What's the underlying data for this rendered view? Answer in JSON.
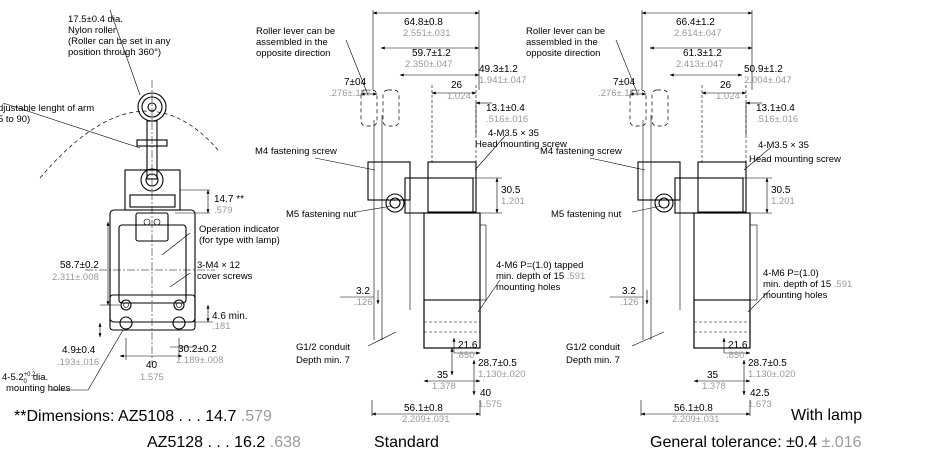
{
  "front": {
    "roller": [
      "17.5±0.4 dia.",
      "Nylon roller",
      "(Roller can be set in any",
      "position through 360°)"
    ],
    "arm": [
      "djustable lenght of arm",
      "5 to 90)"
    ],
    "d14_7": "14.7",
    "d14_7_star": "**",
    "d14_7_in": ".579",
    "indicator": [
      "Operation indicator",
      "(for type with lamp)"
    ],
    "cover": [
      "3-M4 × 12",
      "cover screws"
    ],
    "d58_7": "58.7±0.2",
    "d58_7_in": "2.311±.008",
    "d4_6": "4.6 min.",
    "d4_6_in": ".181",
    "d4_9": "4.9±0.4",
    "d4_9_in": ".193±.016",
    "d30_2": "30.2±0.2",
    "d30_2_in": "1.189±.008",
    "d40": "40",
    "d40_in": "1.575",
    "holes_a": "4-5.2",
    "holes_sup": "+0.2",
    "holes_sub": "0",
    "holes_b": "dia.",
    "holes_c": "mounting holes"
  },
  "standard": {
    "lever": [
      "Roller lever can be",
      "assembled in the",
      "opposite direction"
    ],
    "d64_8": "64.8±0.8",
    "d64_8_in": "2.551±.031",
    "d59_7": "59.7±1.2",
    "d59_7_in": "2.350±.047",
    "d49_3": "49.3±1.2",
    "d49_3_in": "1.941±.047",
    "d7": "7±04",
    "d7_in": ".276±.157",
    "d26": "26",
    "d26_in": "1.024",
    "d13_1": "13.1±0.4",
    "d13_1_in": ".516±.016",
    "m35": "4-M3.5 × 35",
    "head": "Head mounting screw",
    "m4": "M4 fastening screw",
    "d30_5": "30.5",
    "d30_5_in": "1.201",
    "m5": "M5 fastening nut",
    "m6": [
      "4-M6 P=(1.0) tapped",
      "min. depth of 15",
      "mounting holes"
    ],
    "m6_in": ".591",
    "d3_2": "3.2",
    "d3_2_in": ".126",
    "g12": [
      "G1/2 conduit",
      "Depth min. 7"
    ],
    "d21_6": "21.6",
    "d21_6_in": ".850",
    "d28_7": "28.7±0.5",
    "d28_7_in": "1.130±.020",
    "d35": "35",
    "d35_in": "1.378",
    "d40": "40",
    "d40_in": "1.575",
    "d56_1": "56.1±0.8",
    "d56_1_in": "2.209±.031"
  },
  "lamp": {
    "lever": [
      "Roller lever can be",
      "assembled in the",
      "opposite direction"
    ],
    "d66_4": "66.4±1.2",
    "d66_4_in": "2.614±.047",
    "d61_3": "61.3±1.2",
    "d61_3_in": "2.413±.047",
    "d50_9": "50.9±1.2",
    "d50_9_in": "2.004±.047",
    "d7": "7±04",
    "d7_in": ".276±.157",
    "d26": "26",
    "d26_in": "1.024",
    "d13_1": "13.1±0.4",
    "d13_1_in": ".516±.016",
    "m4": "M4 fastening screw",
    "m35": "4-M3.5 × 35",
    "head": "Head mounting screw",
    "d30_5": "30.5",
    "d30_5_in": "1.201",
    "m5": "M5 fastening nut",
    "m6": [
      "4-M6 P=(1.0)",
      "min. depth of 15",
      "mounting holes"
    ],
    "m6_in": ".591",
    "d3_2": "3.2",
    "d3_2_in": ".126",
    "g12": [
      "G1/2 conduit",
      "Depth min. 7"
    ],
    "d21_6": "21.6",
    "d21_6_in": ".850",
    "d28_7": "28.7±0.5",
    "d28_7_in": "1.130±.020",
    "d35": "35",
    "d35_in": "1.378",
    "d42_5": "42.5",
    "d42_5_in": "1.673",
    "d56_1": "56.1±0.8",
    "d56_1_in": "2.209±.031"
  },
  "footer": {
    "dims_prefix": "**Dimensions: AZ5108 . . . 14.7",
    "dims_prefix_in": ".579",
    "dims_second": "AZ5128 . . . 16.2",
    "dims_second_in": ".638",
    "standard": "Standard",
    "with_lamp": "With lamp",
    "tolerance": "General tolerance: ±0.4",
    "tolerance_in": "±.016"
  }
}
